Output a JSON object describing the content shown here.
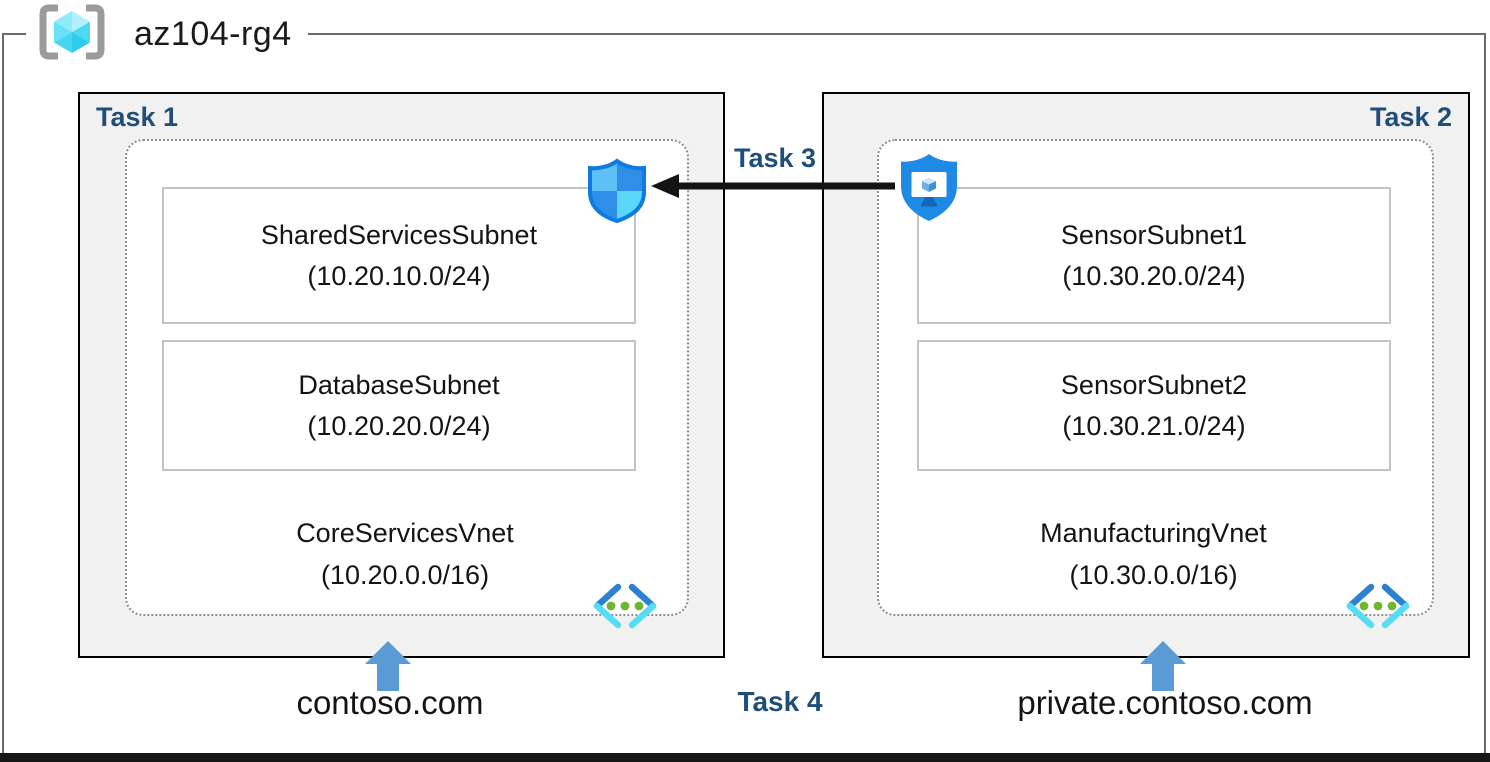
{
  "resource_group": {
    "name": "az104-rg4"
  },
  "task_labels": {
    "task1": "Task 1",
    "task2": "Task 2",
    "task3": "Task 3",
    "task4": "Task 4"
  },
  "vnet1": {
    "name": "CoreServicesVnet",
    "cidr": "(10.20.0.0/16)",
    "dns_zone": "contoso.com",
    "subnets": [
      {
        "name": "SharedServicesSubnet",
        "cidr": "(10.20.10.0/24)"
      },
      {
        "name": "DatabaseSubnet",
        "cidr": "(10.20.20.0/24)"
      }
    ]
  },
  "vnet2": {
    "name": "ManufacturingVnet",
    "cidr": "(10.30.0.0/16)",
    "dns_zone": "private.contoso.com",
    "subnets": [
      {
        "name": "SensorSubnet1",
        "cidr": "(10.30.20.0/24)"
      },
      {
        "name": "SensorSubnet2",
        "cidr": "(10.30.21.0/24)"
      }
    ]
  },
  "icons": {
    "resource_group": "resource-group-icon",
    "nsg": "network-security-group-shield-icon",
    "bastion": "bastion-shield-icon",
    "virtual_network": "virtual-network-icon",
    "up_arrow": "up-arrow-icon",
    "task3_arrow": "left-arrow"
  },
  "colors": {
    "task_label_navy": "#1f4e79",
    "up_arrow_blue": "#5b9bd5",
    "task_box_fill": "#f1f1f1",
    "task_box_border": "#000000",
    "frame_border": "#6a6a6a",
    "subnet_box_border": "#c3c3c3",
    "vnet_dotted_border": "#8c8c8c",
    "arrow_black": "#141414",
    "vnet_icon_blue": "#2e80d2",
    "vnet_icon_cyan": "#55ddf6",
    "vnet_icon_green": "#6fb62c"
  }
}
